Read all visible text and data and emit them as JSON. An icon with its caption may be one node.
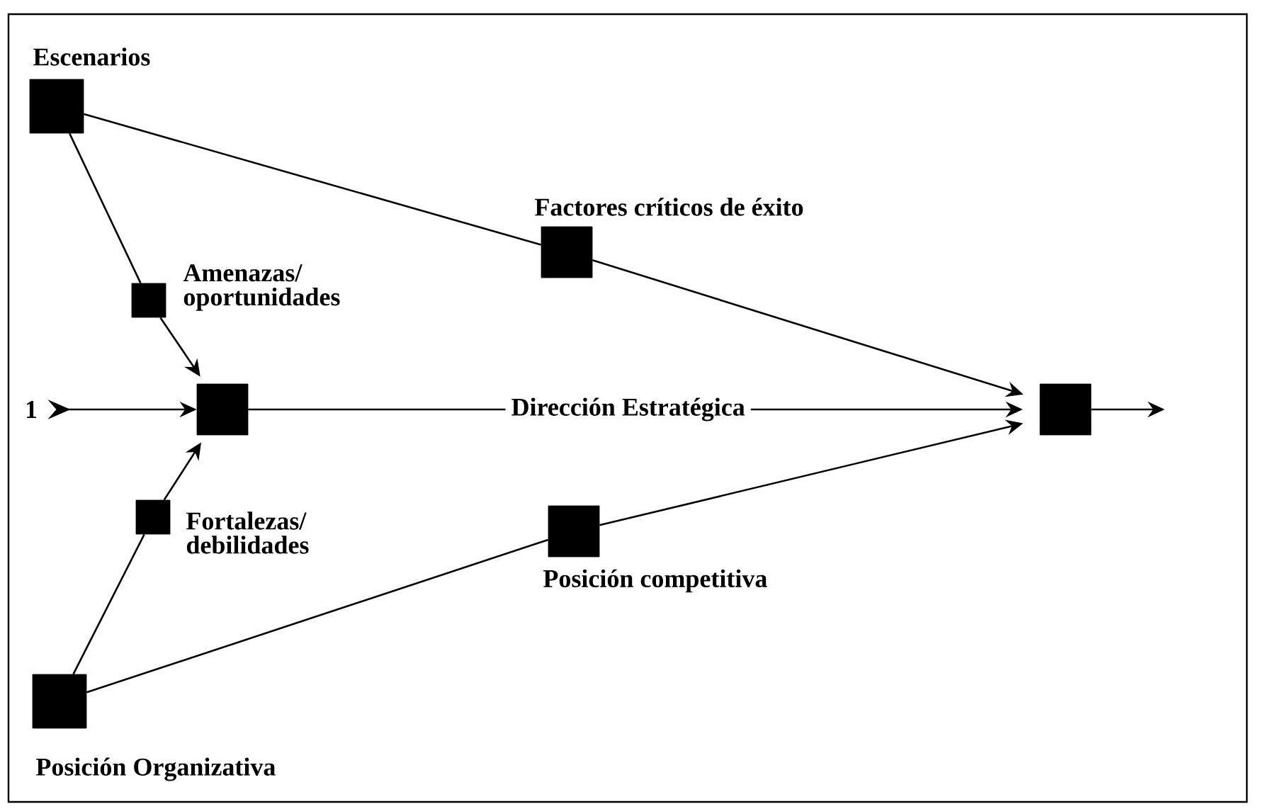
{
  "diagram": {
    "nodes": [
      {
        "text": [],
        "shape": "box",
        "beside": [
          "Escenarios"
        ]
      },
      {
        "text": [],
        "shape": "box",
        "beside": [
          "Amenazas/ oportunidades"
        ]
      },
      {
        "text": [],
        "shape": "box",
        "beside": [
          "Factores críticos de éxito"
        ]
      },
      {
        "text": [],
        "shape": "box"
      },
      {
        "text": [],
        "shape": "box"
      },
      {
        "text": [],
        "shape": "box",
        "beside": [
          "Fortalezas/ debilidades"
        ]
      },
      {
        "text": [],
        "shape": "box",
        "beside": [
          "Posición competitiva"
        ]
      },
      {
        "text": [],
        "shape": "box",
        "beside": [
          "Posición Organizativa"
        ]
      },
      {
        "text": [
          "1"
        ]
      }
    ],
    "edges": [
      {
        "from": 0,
        "to": 1,
        "arrow": "none"
      },
      {
        "from": 1,
        "to": 3,
        "arrow": "to"
      },
      {
        "from": 0,
        "to": 2,
        "arrow": "none"
      },
      {
        "from": 2,
        "to": 4,
        "arrow": "to"
      },
      {
        "from": 8,
        "to": 3,
        "arrow": "to"
      },
      {
        "from": 3,
        "to": 4,
        "arrow": "to",
        "label": "Dirección Estratégica"
      },
      {
        "from": 7,
        "to": 5,
        "arrow": "none"
      },
      {
        "from": 5,
        "to": 3,
        "arrow": "to"
      },
      {
        "from": 7,
        "to": 6,
        "arrow": "none"
      },
      {
        "from": 6,
        "to": 4,
        "arrow": "to"
      },
      {
        "from": 4,
        "to": null,
        "arrow": "to"
      }
    ]
  }
}
